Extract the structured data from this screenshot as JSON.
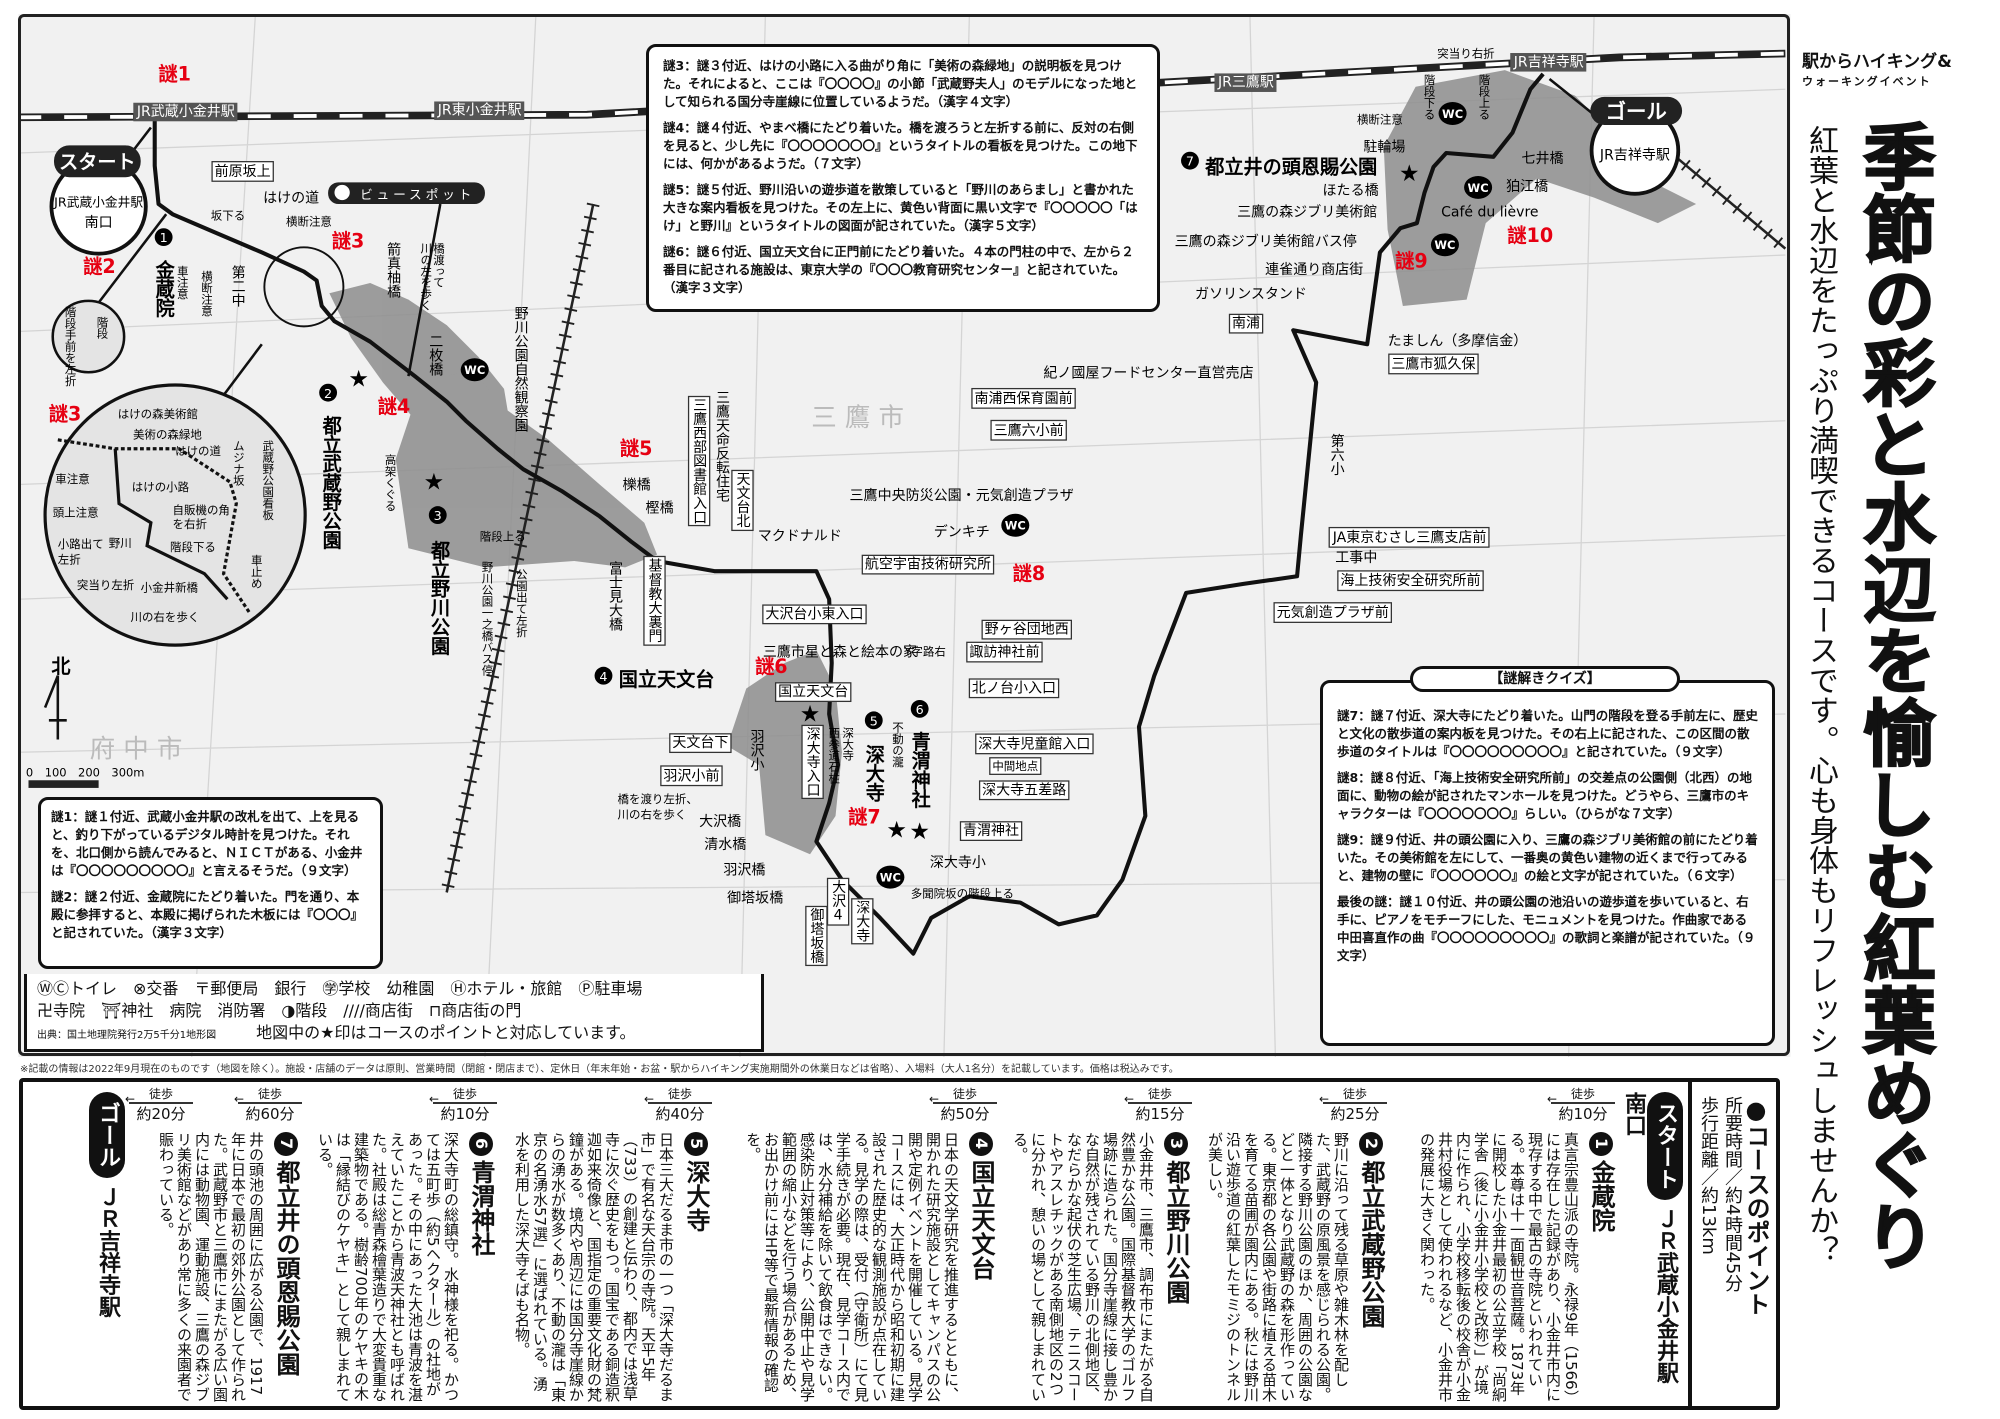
{
  "title": {
    "logo_main": "駅からハイキング&",
    "logo_sub": "ウォーキングイベント",
    "main": "季節の彩と水辺を愉しむ紅葉めぐり",
    "subtitle": "紅葉と水辺をたっぷり満喫できるコースです。心も身体もリフレッシュしませんか？"
  },
  "map": {
    "start_pill": "スタート",
    "start_station": "JR武蔵小金井駅",
    "start_exit": "南口",
    "goal_pill": "ゴール",
    "goal_station": "JR吉祥寺駅",
    "view_spot": "ビュースポット",
    "puzzles": [
      "謎1",
      "謎2",
      "謎3",
      "謎3",
      "謎4",
      "謎5",
      "謎6",
      "謎7",
      "謎8",
      "謎9",
      "謎10"
    ],
    "wc": "WC",
    "labels": {
      "st_musashikoganei": "JR武蔵小金井駅",
      "st_higashikoganei": "JR東小金井駅",
      "st_mitaka": "JR三鷹駅",
      "st_kichijoji": "JR吉祥寺駅",
      "maeharasakaue": "前原坂上",
      "hakenomichi": "はけの道",
      "sakakudaru": "坂下る",
      "oudan1": "横断注意",
      "kurumachui": "車注意",
      "oudan2": "横断注意",
      "daini": "第二中",
      "n1": "1",
      "kanzoin": "金蔵院",
      "yamabebashi": "箭真柚橋",
      "hashiwatatte": "橋渡って",
      "kawahidari": "川の左を歩く",
      "nimaibashi": "二枚橋",
      "shizenkansatsuen": "野川公園自然観察園",
      "n2": "2",
      "musashinokoen": "都立武蔵野公園",
      "koukakuguru": "高架くぐる",
      "n3": "3",
      "nogawakoen": "都立野川公園",
      "kaidannoboru1": "階段上る",
      "ichinohashi": "野川公園一之橋バス停",
      "koendete": "公園出て左折",
      "fujimiohashi": "富士見大橋",
      "kunugibashi": "櫟橋",
      "kashibashi": "樫橋",
      "kirisuto": "基督教大裏門",
      "toshokan": "三鷹西部図書館入口",
      "tenmei": "三鷹天命反転住宅",
      "tenmondaikita": "天文台北",
      "mcd": "マクドナルド",
      "osawadai": "大沢台小東入口",
      "ehonnoie": "三鷹市星と森と絵本の家",
      "n4": "4",
      "tenmondai": "国立天文台",
      "tenmondai_bs": "国立天文台",
      "tenmondaishita": "天文台下",
      "hazawashomae": "羽沢小前",
      "hazawasho": "羽沢小",
      "hashiwatari1": "橋を渡り左折、",
      "hashiwatari2": "川の右を歩く",
      "osawabashi": "大沢橋",
      "shimizubashi": "清水橋",
      "hazawabashi": "羽沢橋",
      "gotouzaka": "御塔坂橋",
      "gotouzaka_bs": "御塔坂橋",
      "osawa4": "大沢4",
      "jindaijiiriguchi": "深大寺入口",
      "nishisando1": "深大寺",
      "nishisando2": "西参道石柱",
      "n5": "5",
      "jindaiji": "深大寺",
      "fudo": "不動の瀧",
      "n6": "6",
      "aoi": "青渭神社",
      "jindaiji_bs": "深大寺",
      "jindaijisho": "深大寺小",
      "tamonin": "多聞院坂の階段上る",
      "aoi_bs": "青渭神社",
      "gosaro": "深大寺五差路",
      "chukan": "中間地点",
      "jidokan": "深大寺児童館入口",
      "kitanodai": "北ノ台小入口",
      "yjiro": "Y字路右",
      "suwa": "諏訪神社前",
      "nogaya": "野ヶ谷団地西",
      "kouku": "航空宇宙技術研究所",
      "denkichi": "デンキチ",
      "bousai": "三鷹中央防災公園・元気創造プラザ",
      "ja": "JA東京むさし三鷹支店前",
      "kojichu": "工事中",
      "kaijo": "海上技術安全研究所前",
      "genki": "元気創造プラザ前",
      "dairokusho": "第六小",
      "rokushomae": "三鷹六小前",
      "minamiuranishi": "南浦西保育園前",
      "kinokuniya": "紀ノ國屋フードセンター直営売店",
      "minamiura": "南浦",
      "gas": "ガソリンスタンド",
      "renjaku": "連雀通り商店街",
      "tamashin": "たましん（多摩信金）",
      "kitsunekubo": "三鷹市狐久保",
      "ghibli_bs": "三鷹の森ジブリ美術館バス停",
      "ghibli": "三鷹の森ジブリ美術館",
      "hotarubashi": "ほたる橋",
      "n7": "7",
      "inokashira": "都立井の頭恩賜公園",
      "churinjo": "駐輪場",
      "oudan3": "横断注意",
      "kaidankudaru2": "階段下る",
      "kaidannoboru2": "階段上る",
      "tsukiatari_migi": "突当り右折",
      "nanaibashi": "七井橋",
      "komaebashi": "狛江橋",
      "cafe": "Café du lièvre",
      "mitakashi": "三 鷹 市",
      "fuchushi": "府 中 市",
      "kita": "北",
      "scale": "0　100　200　300m",
      "in_hakemori": "はけの森美術館",
      "in_bijutsu": "美術の森緑地",
      "in_hakemichi": "はけの道",
      "in_kuruma": "車注意",
      "in_komichi": "はけの小路",
      "in_zujo": "頭上注意",
      "in_jihanki1": "自販機の角",
      "in_jihanki2": "を右折",
      "in_komichidete1": "小路出て",
      "in_komichidete2": "左折",
      "in_nogawa": "野川",
      "in_kaidan": "階段下る",
      "in_tsukiatari": "突当り左折",
      "in_shinbashi": "小金井新橋",
      "in_kawamigi": "川の右を歩く",
      "in_mujina": "ムジナ坂",
      "in_kanban": "武蔵野公園看板",
      "in_kurumadome": "車止め",
      "sm_kaidan": "階段",
      "sm_sasetsu": "階段手前を左折"
    }
  },
  "quiz_top": [
    "謎3：謎３付近、はけの小路に入る曲がり角に「美術の森緑地」の説明板を見つけた。それによると、ここは『〇〇〇〇』の小節「武蔵野夫人」のモデルになった地として知られる国分寺崖線に位置しているようだ。（漢字４文字）",
    "謎4：謎４付近、やまべ橋にたどり着いた。橋を渡ろうと左折する前に、反対の右側を見ると、少し先に『〇〇〇〇〇〇〇』というタイトルの看板を見つけた。この地下には、何かがあるようだ。（７文字）",
    "謎5：謎５付近、野川沿いの遊歩道を散策していると「野川のあらまし」と書かれた大きな案内看板を見つけた。その左上に、黄色い背面に黒い文字で『〇〇〇〇〇「はけ」と野川』というタイトルの図面が記されていた。（漢字５文字）",
    "謎6：謎６付近、国立天文台に正門前にたどり着いた。４本の門柱の中で、左から２番目に記される施設は、東京大学の『〇〇〇教育研究センター』と記されていた。（漢字３文字）"
  ],
  "quiz_left": [
    "謎1：謎１付近、武蔵小金井駅の改札を出て、上を見ると、釣り下がっているデジタル時計を見つけた。それを、北口側から読んでみると、ＮＩＣＴがある、小金井は『〇〇〇〇〇〇〇〇〇』と言えるそうだ。（９文字）",
    "謎2：謎２付近、金蔵院にたどり着いた。門を通り、本殿に参拝すると、本殿に掲げられた木板には『〇〇〇』と記されていた。（漢字３文字）"
  ],
  "quiz_right_title": "【謎解きクイズ】",
  "quiz_right": [
    "謎7：謎７付近、深大寺にたどり着いた。山門の階段を登る手前左に、歴史と文化の散歩道の案内板を見つけた。その右上に記された、この区間の散歩道のタイトルは『〇〇〇〇〇〇〇〇〇』と記されていた。（９文字）",
    "謎8：謎８付近、「海上技術安全研究所前」の交差点の公園側（北西）の地面に、動物の絵が記されたマンホールを見つけた。どうやら、三鷹市のキャラクターは『〇〇〇〇〇〇〇』らしい。（ひらがな７文字）",
    "謎9：謎９付近、井の頭公園に入り、三鷹の森ジブリ美術館の前にたどり着いた。その美術館を左にして、一番奥の黄色い建物の近くまで行ってみると、建物の壁に『〇〇〇〇〇〇』の絵と文字が記されていた。（６文字）",
    "最後の謎：謎１０付近、井の頭公園の池沿いの遊歩道を歩いていると、右手に、ピアノをモチーフにした、モニュメントを見つけた。作曲家である中田喜直作の曲『〇〇〇〇〇〇〇〇〇』の歌詞と楽譜が記されていた。（９文字）"
  ],
  "legend": {
    "row1": "ⓌⒸトイレ　⊗交番　〒郵便局　銀行　㊫学校　幼稚園　Ⓗホテル・旅館　Ⓟ駐車場",
    "row2": "卍寺院　⛩神社　病院　消防署　◑階段　////商店街　⊓商店街の門",
    "source": "出典：国土地理院発行2万5千分1地形図",
    "star_note": "地図中の★印はコースのポイントと対応しています。"
  },
  "footnote": "※記載の情報は2022年9月現在のものです（地図を除く）。施設・店舗のデータは原則、営業時間（閉館・閉店まで）、定休日（年末年始・お盆・駅からハイキング実施期間外の休業日などは省略）、入場料（大人1名分）を記載しています。価格は税込みです。",
  "course": {
    "heading": "●コースのポイント",
    "time": "所要時間／約4時間45分",
    "distance": "歩行距離／約13km",
    "start_label": "スタート",
    "start_station": "ＪＲ武蔵小金井駅 南口",
    "goal_label": "ゴール",
    "goal_station": "ＪＲ吉祥寺駅",
    "walk_label": "徒歩",
    "walks": [
      "約10分",
      "約25分",
      "約15分",
      "約50分",
      "約40分",
      "約10分",
      "約60分",
      "約20分"
    ],
    "points": [
      {
        "num": "1",
        "name": "金蔵院",
        "text": "真言宗豊山派の寺院。永禄9年（1566）には存在した記録があり、小金井市内に現存する中で最古の寺院といわれている。本尊は十一面観世音菩薩。1873年に開校した小金井最初の公立学校「尚絅学舎（後に小金井小学校と改称）」が境内に作られ、小学校移転後の校舎が小金井村役場として使われるなど、小金井市の発展に大きく関わった。"
      },
      {
        "num": "2",
        "name": "都立武蔵野公園",
        "text": "野川に沿って残る草原や雑木林を配した、武蔵野の原風景を感じられる公園。隣接する野川公園のほか、周囲の公園などと一体となり武蔵野の森を形作っている。東京都の各公園や街路に植える苗木を育てる苗圃が園内にある。秋には野川沿い遊歩道の紅葉したモミジのトンネルが美しい。"
      },
      {
        "num": "3",
        "name": "都立野川公園",
        "text": "小金井市、三鷹市、調布市にまたがる自然豊かな公園。国際基督教大学のゴルフ場跡に造られた。国分寺崖線に接し豊かな自然が残されている野川の北側地区、なだらかな起伏の芝生広場、テニスコートやアスレチックがある南側地区の2つに分かれ、憩いの場として親しまれている。"
      },
      {
        "num": "4",
        "name": "国立天文台",
        "text": "日本の天文学研究を推進するとともに、開かれた研究施設としてキャンパスの公開や定例イベントを開催している。見学コースには、大正時代から昭和初期に建設された歴史的な観測施設が点在している。見学の際は、受付（守衛所）にて見学手続きが必要。現在、見学コース内では、水分補給を除いて飲食はできない。感染防止対策等により、公開中止や見学範囲の縮小などを行う場合があるため、お出かけ前にはHP等で最新情報の確認を。"
      },
      {
        "num": "5",
        "name": "深大寺",
        "text": "日本三大だるま市の一つ「深大寺だるま市」で有名な天台宗の寺院。天平5年（733）の創建と伝わり、都内では浅草寺に次ぐ歴史をもつ。国宝である銅造釈迦如来倚像と、国指定の重要文化財の梵鐘がある。境内や周辺には国分寺崖線からの湧水が数多くあり、不動の瀧は「東京の名湧水57選」に選ばれている。湧水を利用した深大寺そばも名物。"
      },
      {
        "num": "6",
        "name": "青渭神社",
        "text": "深大寺町の総鎮守。水神様を祀る。かつては五町歩（約5ヘクタール）の社地があった。その中にあった大池は青波を湛えていたことから青波天神社とも呼ばれた。社殿は総青森檜葉造りで大変貴重な建築物である。樹齢700年のケヤキの木は「縁結びのケヤキ」として親しまれている。"
      },
      {
        "num": "7",
        "name": "都立井の頭恩賜公園",
        "text": "井の頭池の周囲に広がる公園で、1917年に日本で最初の郊外公園として作られた。武蔵野市と三鷹市にまたがる広い園内には動物園、運動施設、三鷹の森ジブリ美術館などがあり常に多くの来園者で賑わっている。"
      }
    ]
  },
  "colors": {
    "route": "#111111",
    "park": "#8a8a8a",
    "puzzle": "#e60012",
    "station": "#555555"
  }
}
